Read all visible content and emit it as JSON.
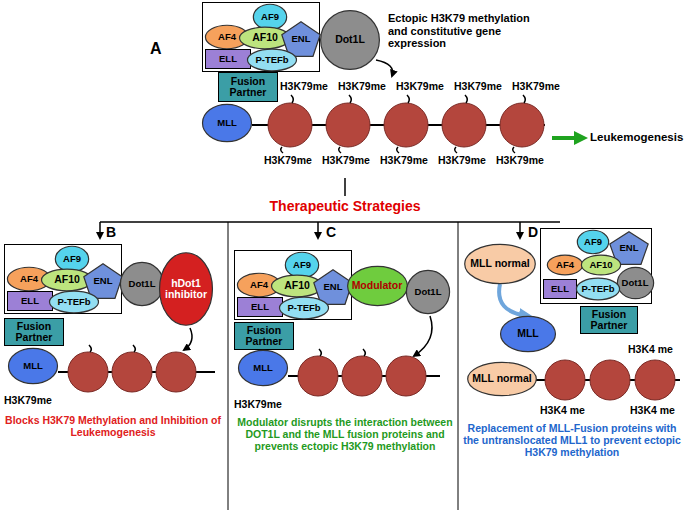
{
  "diagram": {
    "nodes": [
      {
        "text": []
      },
      {
        "text": [
          "AF4"
        ],
        "in": 0
      },
      {
        "text": [
          "AF9"
        ],
        "in": 0
      },
      {
        "text": [
          "AF10"
        ],
        "in": 0
      },
      {
        "text": [
          "ENL"
        ],
        "in": 0
      },
      {
        "text": [
          "ELL"
        ],
        "in": 0
      },
      {
        "text": [
          "P-TEFb"
        ],
        "in": 0
      },
      {
        "text": [
          "Dot1L"
        ]
      },
      {
        "text": [
          "Fusion Partner"
        ]
      },
      {
        "text": [
          "MLL"
        ]
      },
      {
        "text": []
      },
      {
        "text": [
          "AF4"
        ],
        "in": 10
      },
      {
        "text": [
          "AF9"
        ],
        "in": 10
      },
      {
        "text": [
          "AF10"
        ],
        "in": 10
      },
      {
        "text": [
          "ENL"
        ],
        "in": 10
      },
      {
        "text": [
          "ELL"
        ],
        "in": 10
      },
      {
        "text": [
          "P-TEFb"
        ],
        "in": 10
      },
      {
        "text": [
          "Dot1L"
        ]
      },
      {
        "text": [
          "hDot1 inhibitor"
        ]
      },
      {
        "text": [
          "Fusion Partner"
        ]
      },
      {
        "text": [
          "MLL"
        ]
      },
      {
        "text": []
      },
      {
        "text": [
          "AF4"
        ],
        "in": 21
      },
      {
        "text": [
          "AF9"
        ],
        "in": 21
      },
      {
        "text": [
          "AF10"
        ],
        "in": 21
      },
      {
        "text": [
          "ENL"
        ],
        "in": 21
      },
      {
        "text": [
          "ELL"
        ],
        "in": 21
      },
      {
        "text": [
          "P-TEFb"
        ],
        "in": 21
      },
      {
        "text": [
          "Modulator"
        ]
      },
      {
        "text": [
          "Dot1L"
        ]
      },
      {
        "text": [
          "Fusion Partner"
        ]
      },
      {
        "text": [
          "MLL"
        ]
      },
      {
        "text": [
          "MLL normal"
        ]
      },
      {
        "text": []
      },
      {
        "text": [
          "AF9"
        ],
        "in": 33
      },
      {
        "text": [
          "ENL"
        ],
        "in": 33
      },
      {
        "text": [
          "AF4"
        ],
        "in": 33
      },
      {
        "text": [
          "AF10"
        ],
        "in": 33
      },
      {
        "text": [
          "Dot1L"
        ],
        "in": 33
      },
      {
        "text": [
          "ELL"
        ],
        "in": 33
      },
      {
        "text": [
          "P-TEFb"
        ],
        "in": 33
      },
      {
        "text": [
          "Fusion Partner"
        ]
      },
      {
        "text": [
          "MLL"
        ]
      },
      {
        "text": [
          "MLL normal"
        ]
      }
    ],
    "edges": [
      {
        "from": 32,
        "to": 42,
        "arrow": "to"
      }
    ],
    "labels": [
      "A",
      "H3K79me",
      "H3K79me",
      "H3K79me",
      "H3K79me",
      "H3K79me",
      "H3K79me",
      "H3K79me",
      "H3K79me",
      "H3K79me",
      "H3K79me",
      "Ectopic H3K79 methylation and constitutive gene expression",
      "Leukemogenesis",
      "Therapeutic Strategies",
      "B",
      "H3K79me",
      "Blocks H3K79  Methylation and Inhibition of  Leukemogenesis",
      "C",
      "H3K79me",
      "Modulator disrupts the interaction between DOT1L and the MLL fusion proteins and prevents ectopic H3K79 methylation",
      "D",
      "H3K4 me",
      "H3K4 me",
      "H3K4 me",
      "Replacement of MLL-Fusion proteins with the untranslocated MLL1 to prevent ectopic H3K79 methylation"
    ]
  }
}
